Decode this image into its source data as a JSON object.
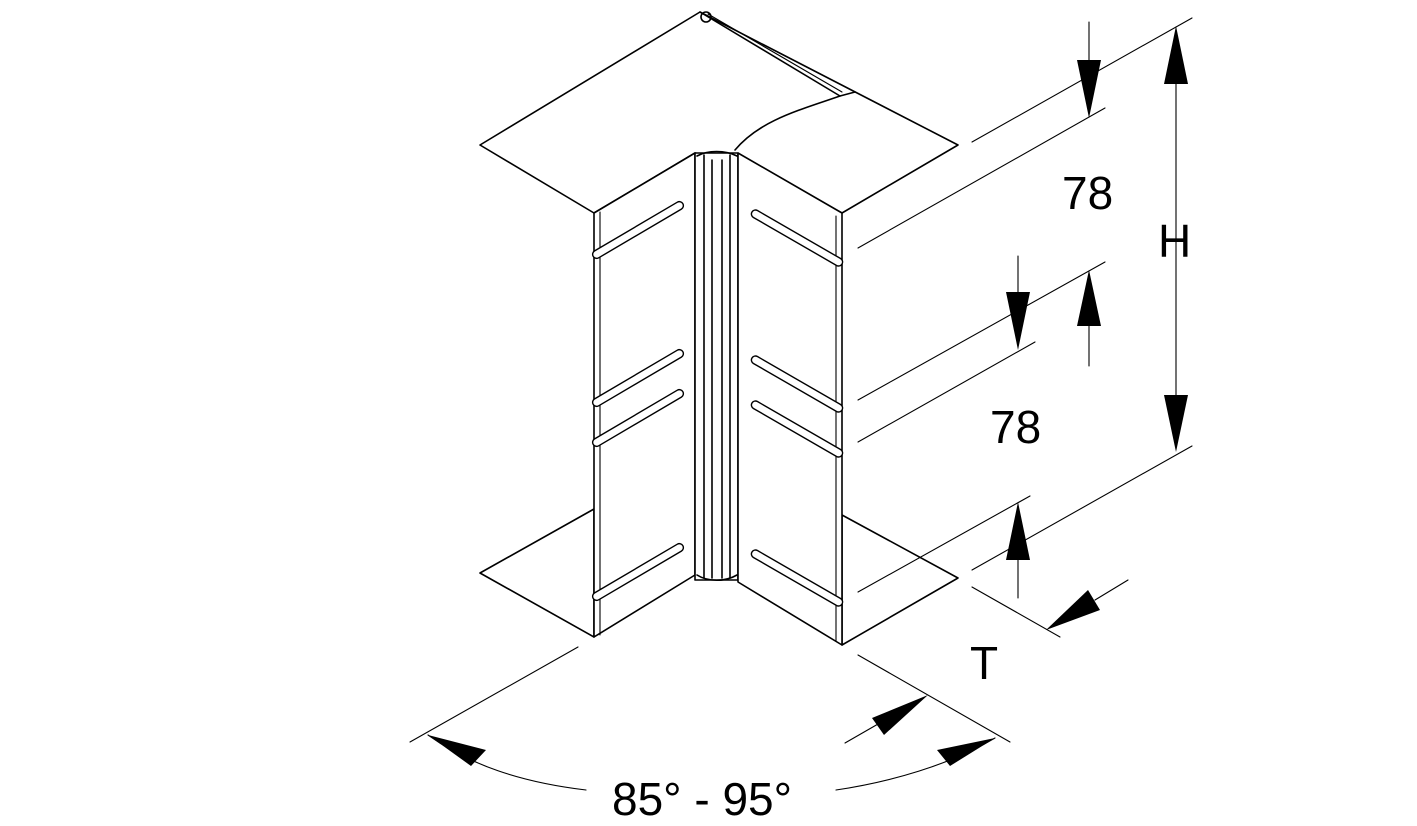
{
  "diagram": {
    "labels": {
      "dim_top": "78",
      "dim_middle": "78",
      "height": "H",
      "thickness": "T",
      "angle": "85° - 95°"
    },
    "colors": {
      "line": "#000000",
      "background": "#ffffff"
    }
  }
}
